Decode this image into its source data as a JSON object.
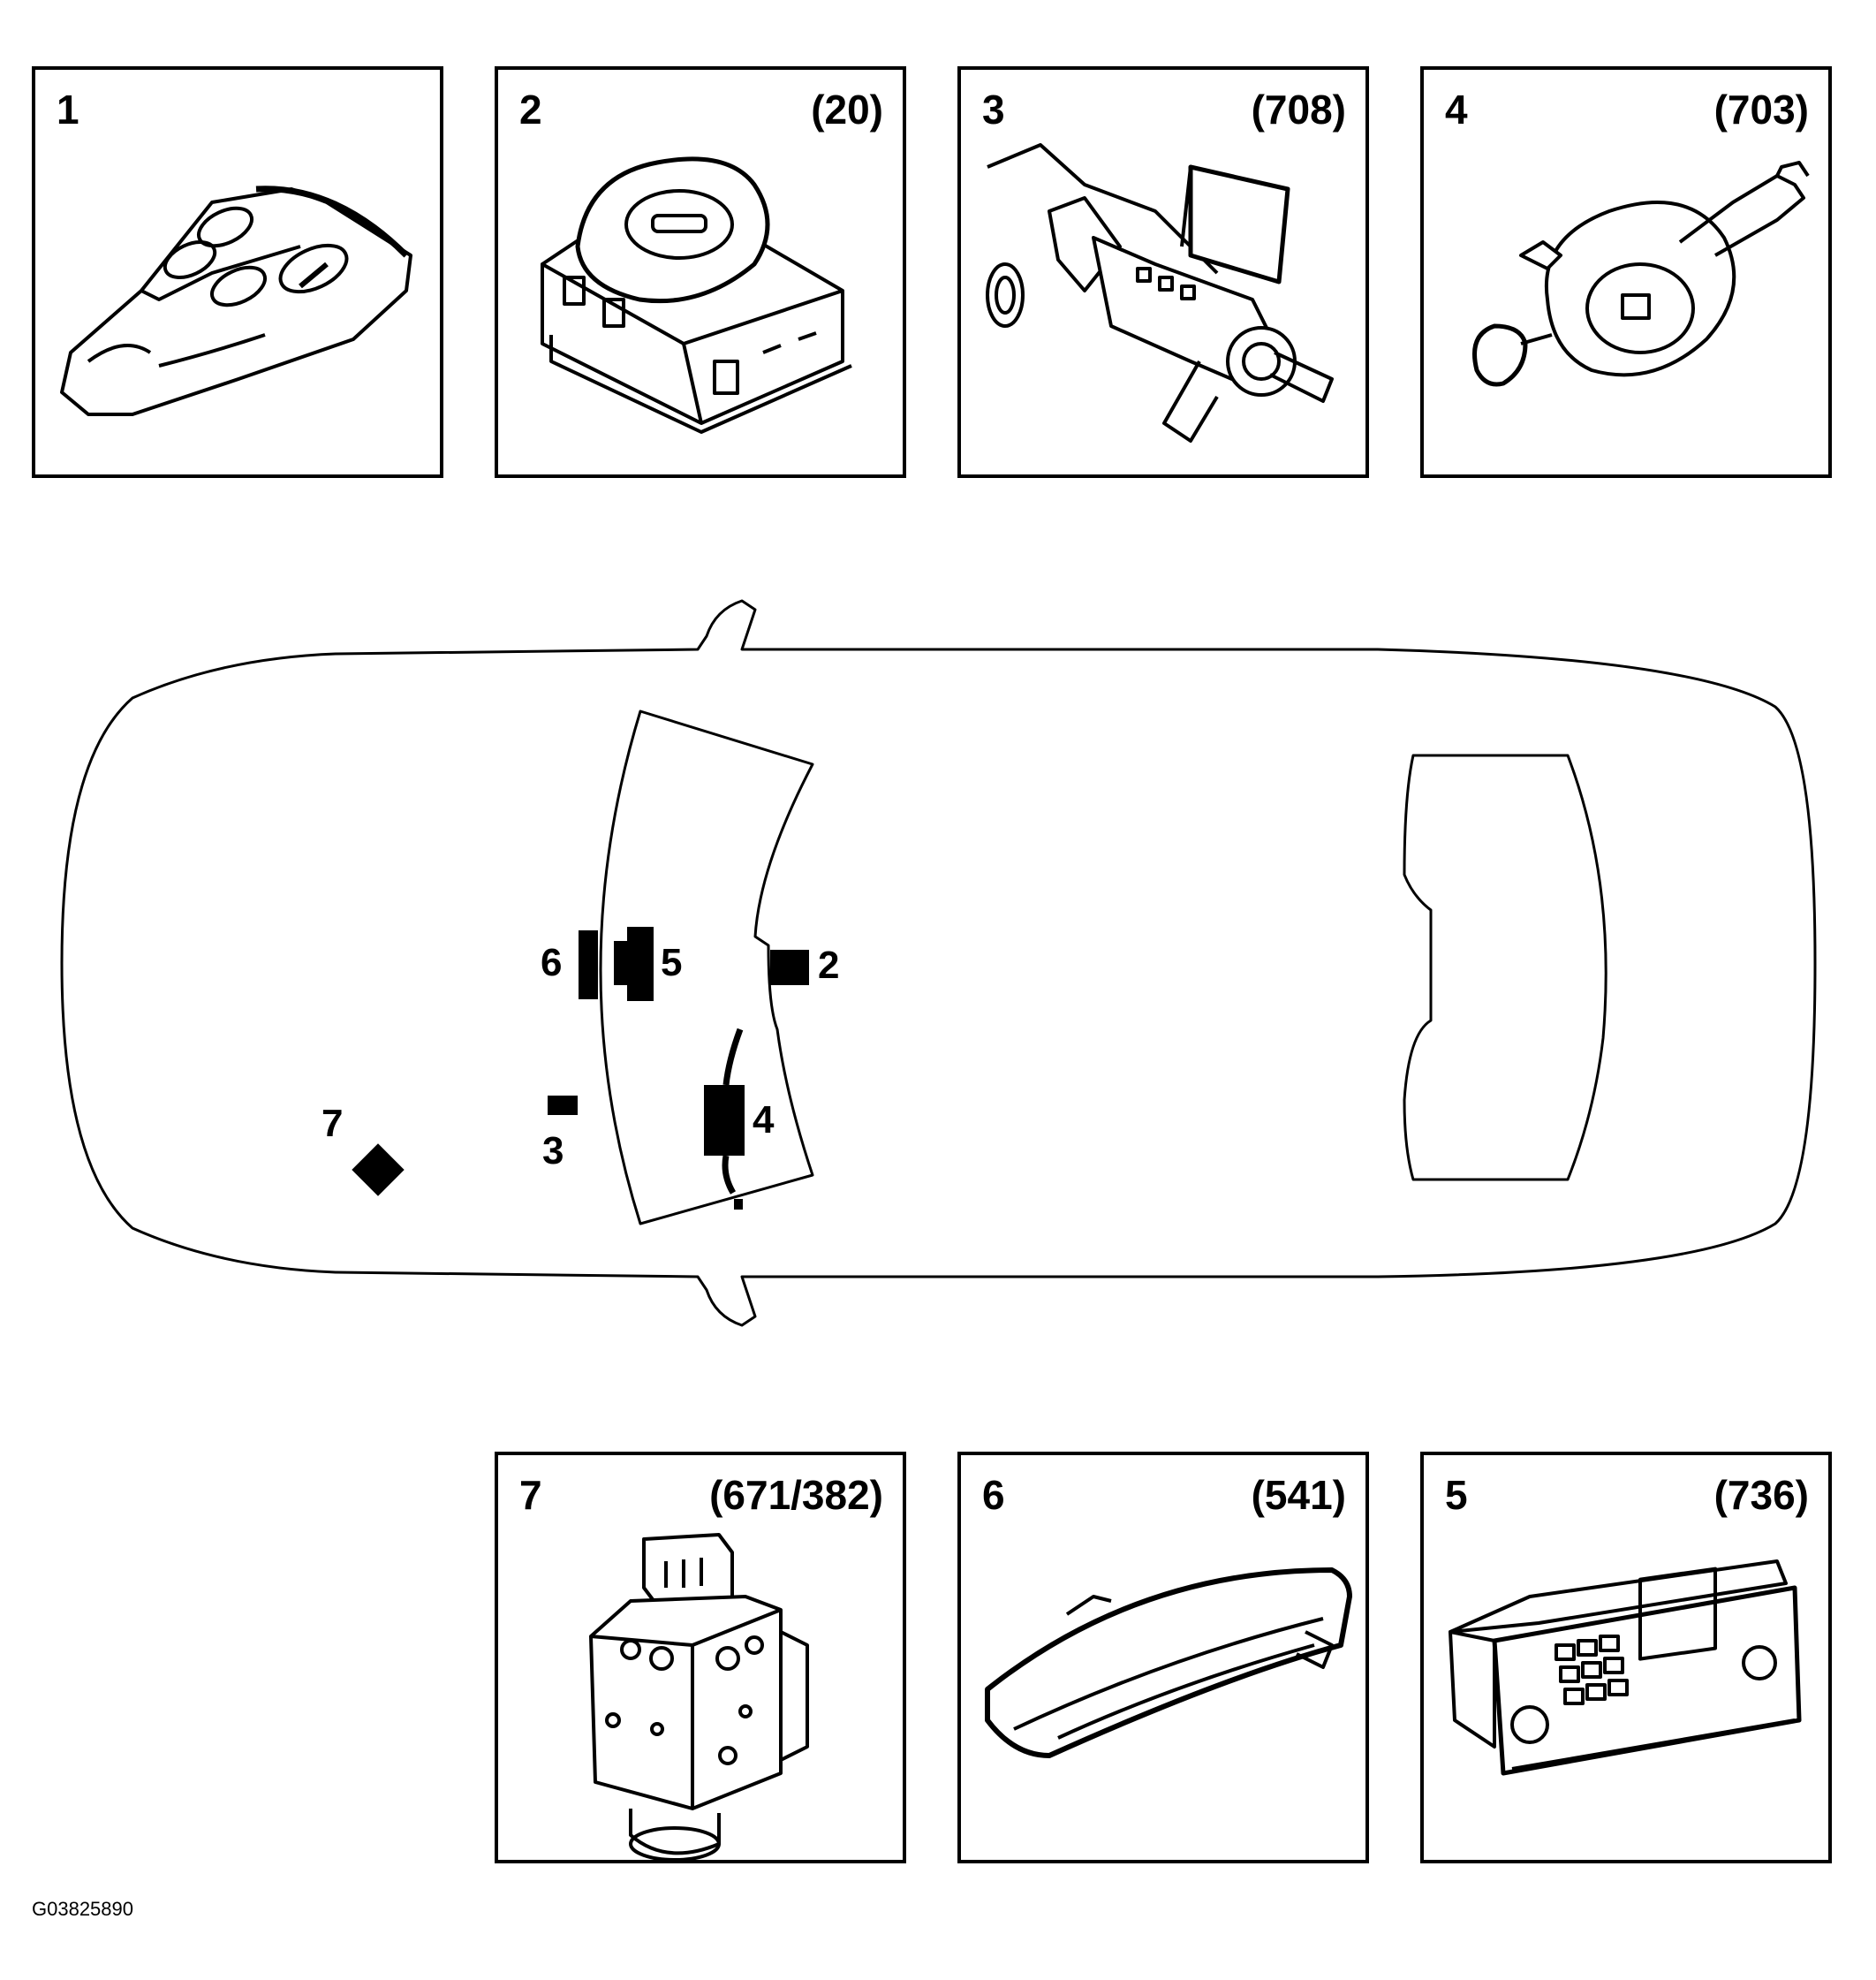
{
  "figure_id": "G03825890",
  "panels_top": [
    {
      "number": "1",
      "code": "",
      "icon": "key-fob-icon"
    },
    {
      "number": "2",
      "code": "(20)",
      "icon": "ignition-switch-module-icon"
    },
    {
      "number": "3",
      "code": "(708)",
      "icon": "steering-column-lock-icon"
    },
    {
      "number": "4",
      "code": "(703)",
      "icon": "steering-wheel-switch-module-icon"
    }
  ],
  "panels_bottom": [
    {
      "number": "7",
      "code": "(671/382)",
      "icon": "abs-control-module-icon"
    },
    {
      "number": "6",
      "code": "(541)",
      "icon": "instrument-cluster-icon"
    },
    {
      "number": "5",
      "code": "(736)",
      "icon": "climate-control-panel-icon"
    }
  ],
  "map_labels": [
    "6",
    "5",
    "2",
    "7",
    "3",
    "4"
  ]
}
